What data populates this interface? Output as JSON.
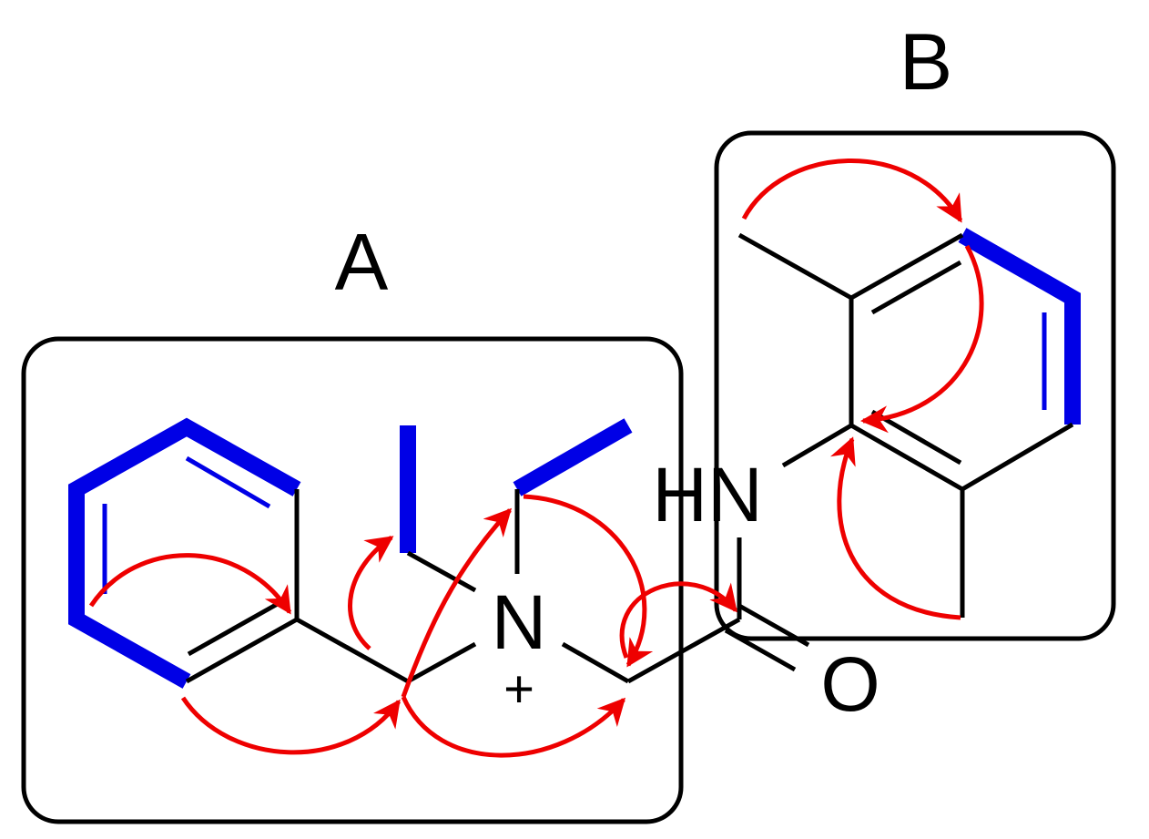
{
  "fragments": [
    {
      "label": "A"
    },
    {
      "label": "B"
    }
  ],
  "atoms": {
    "amine_n": "N",
    "charge": "+",
    "amide_nh": "HN",
    "carbonyl_o": "O"
  },
  "colors": {
    "hmbc_arrow": "#ee0000",
    "cosy_bond": "#0000e6",
    "bond": "#000000"
  }
}
